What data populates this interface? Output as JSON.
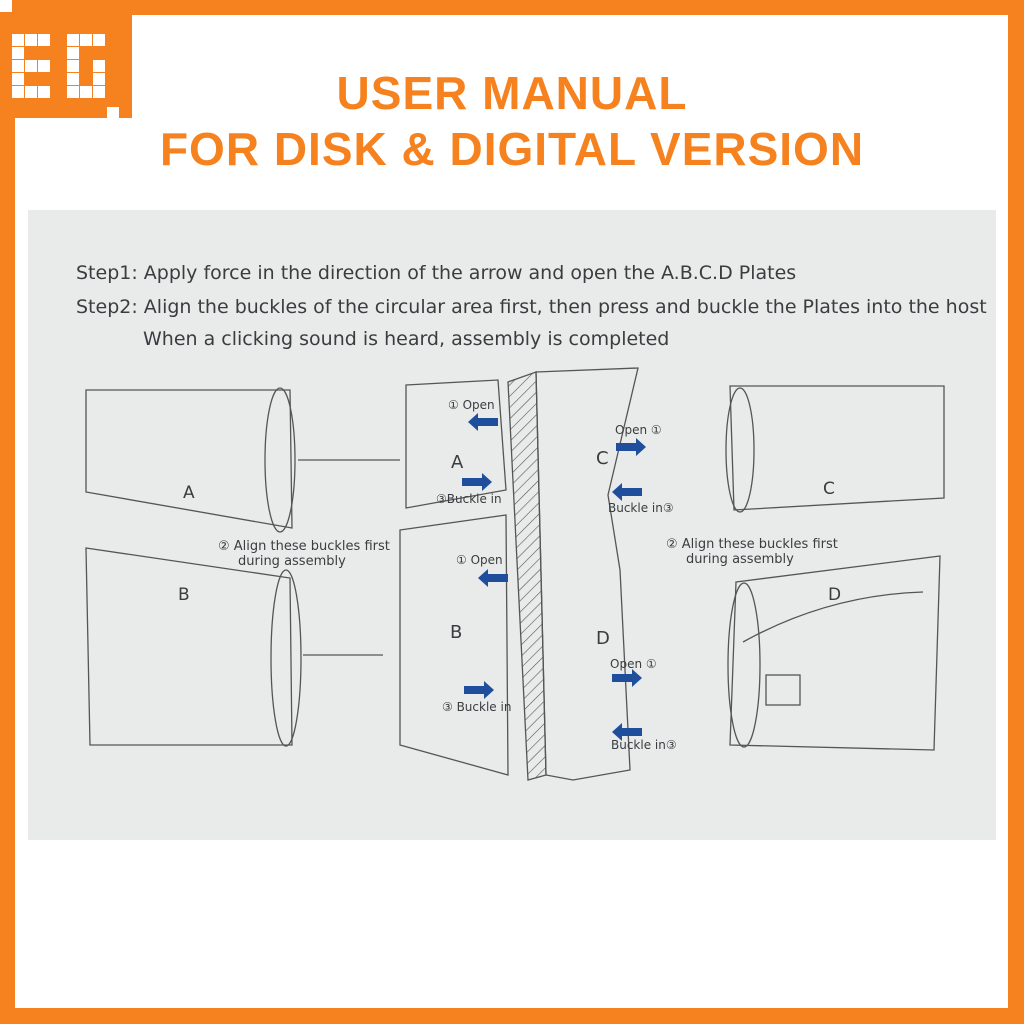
{
  "brand": {
    "logo_text": "EG",
    "color": "#F5821F"
  },
  "header": {
    "title_line1": "USER MANUAL",
    "title_line2": "FOR DISK & DIGITAL VERSION"
  },
  "manual": {
    "step1": "Step1: Apply force in the direction of the arrow and open the A.B.C.D Plates",
    "step2": "Step2: Align the buckles of the circular area first, then press and buckle the Plates into the host",
    "step2_cont": "When a clicking sound is heard, assembly is completed",
    "plates": {
      "a": "A",
      "b": "B",
      "c": "C",
      "d": "D"
    },
    "align_note_line1": "② Align these buckles first",
    "align_note_line2": "during assembly",
    "open_left": "① Open",
    "open_right": "Open ①",
    "buckle_left_a": "③Buckle in",
    "buckle_left_b": "③ Buckle in",
    "buckle_right": "Buckle in③",
    "arrow_color": "#1f4f9c"
  }
}
